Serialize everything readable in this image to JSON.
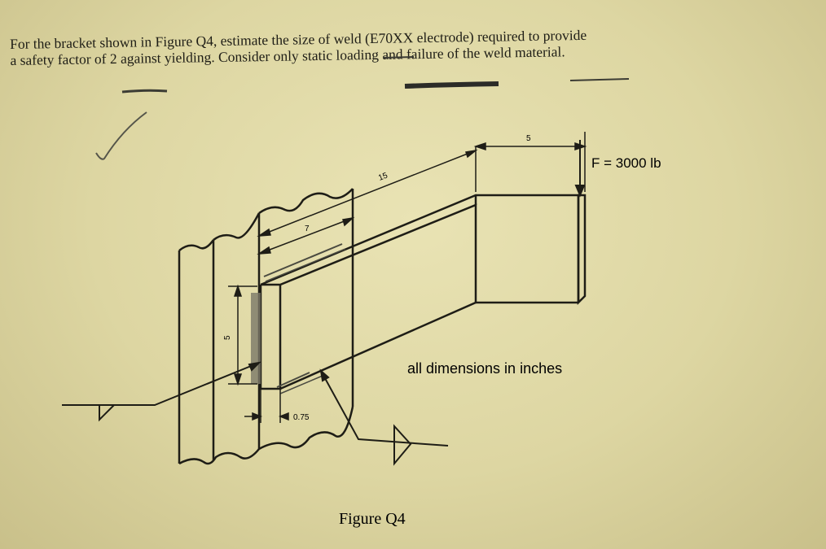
{
  "problem": {
    "line1": "For the bracket shown in Figure Q4, estimate the size of weld (E70XX electrode) required to provide",
    "line2": "a safety factor of 2 against yielding.  Consider only static loading and failure of the weld material."
  },
  "figure": {
    "caption": "Figure Q4",
    "force_label": "F = 3000 lb",
    "note": "all dimensions in inches",
    "dimensions": {
      "top_width": "5",
      "overall_length": "15",
      "weld_length": "7",
      "plate_height": "5",
      "gap": "0.75"
    }
  },
  "colors": {
    "paper": "#ddd6a2",
    "ink": "#1e1d16",
    "pencil": "#4a4a40"
  }
}
